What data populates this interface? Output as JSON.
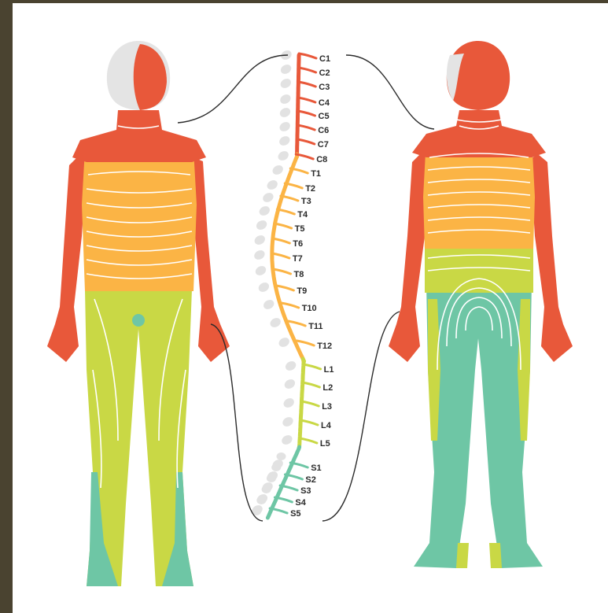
{
  "colors": {
    "frame": "#4a4330",
    "background": "#ffffff",
    "cervical": "#e8583a",
    "thoracic": "#fbb445",
    "lumbar": "#c9d845",
    "sacral": "#6ec6a5",
    "head": "#e4e4e4",
    "vertebra": "#e2e2e2",
    "outline": "#2b2b2b"
  },
  "segments": [
    {
      "label": "C1",
      "region": "cervical"
    },
    {
      "label": "C2",
      "region": "cervical"
    },
    {
      "label": "C3",
      "region": "cervical"
    },
    {
      "label": "C4",
      "region": "cervical"
    },
    {
      "label": "C5",
      "region": "cervical"
    },
    {
      "label": "C6",
      "region": "cervical"
    },
    {
      "label": "C7",
      "region": "cervical"
    },
    {
      "label": "C8",
      "region": "cervical"
    },
    {
      "label": "T1",
      "region": "thoracic"
    },
    {
      "label": "T2",
      "region": "thoracic"
    },
    {
      "label": "T3",
      "region": "thoracic"
    },
    {
      "label": "T4",
      "region": "thoracic"
    },
    {
      "label": "T5",
      "region": "thoracic"
    },
    {
      "label": "T6",
      "region": "thoracic"
    },
    {
      "label": "T7",
      "region": "thoracic"
    },
    {
      "label": "T8",
      "region": "thoracic"
    },
    {
      "label": "T9",
      "region": "thoracic"
    },
    {
      "label": "T10",
      "region": "thoracic"
    },
    {
      "label": "T11",
      "region": "thoracic"
    },
    {
      "label": "T12",
      "region": "thoracic"
    },
    {
      "label": "L1",
      "region": "lumbar"
    },
    {
      "label": "L2",
      "region": "lumbar"
    },
    {
      "label": "L3",
      "region": "lumbar"
    },
    {
      "label": "L4",
      "region": "lumbar"
    },
    {
      "label": "L5",
      "region": "lumbar"
    },
    {
      "label": "S1",
      "region": "sacral"
    },
    {
      "label": "S2",
      "region": "sacral"
    },
    {
      "label": "S3",
      "region": "sacral"
    },
    {
      "label": "S4",
      "region": "sacral"
    },
    {
      "label": "S5",
      "region": "sacral"
    }
  ]
}
